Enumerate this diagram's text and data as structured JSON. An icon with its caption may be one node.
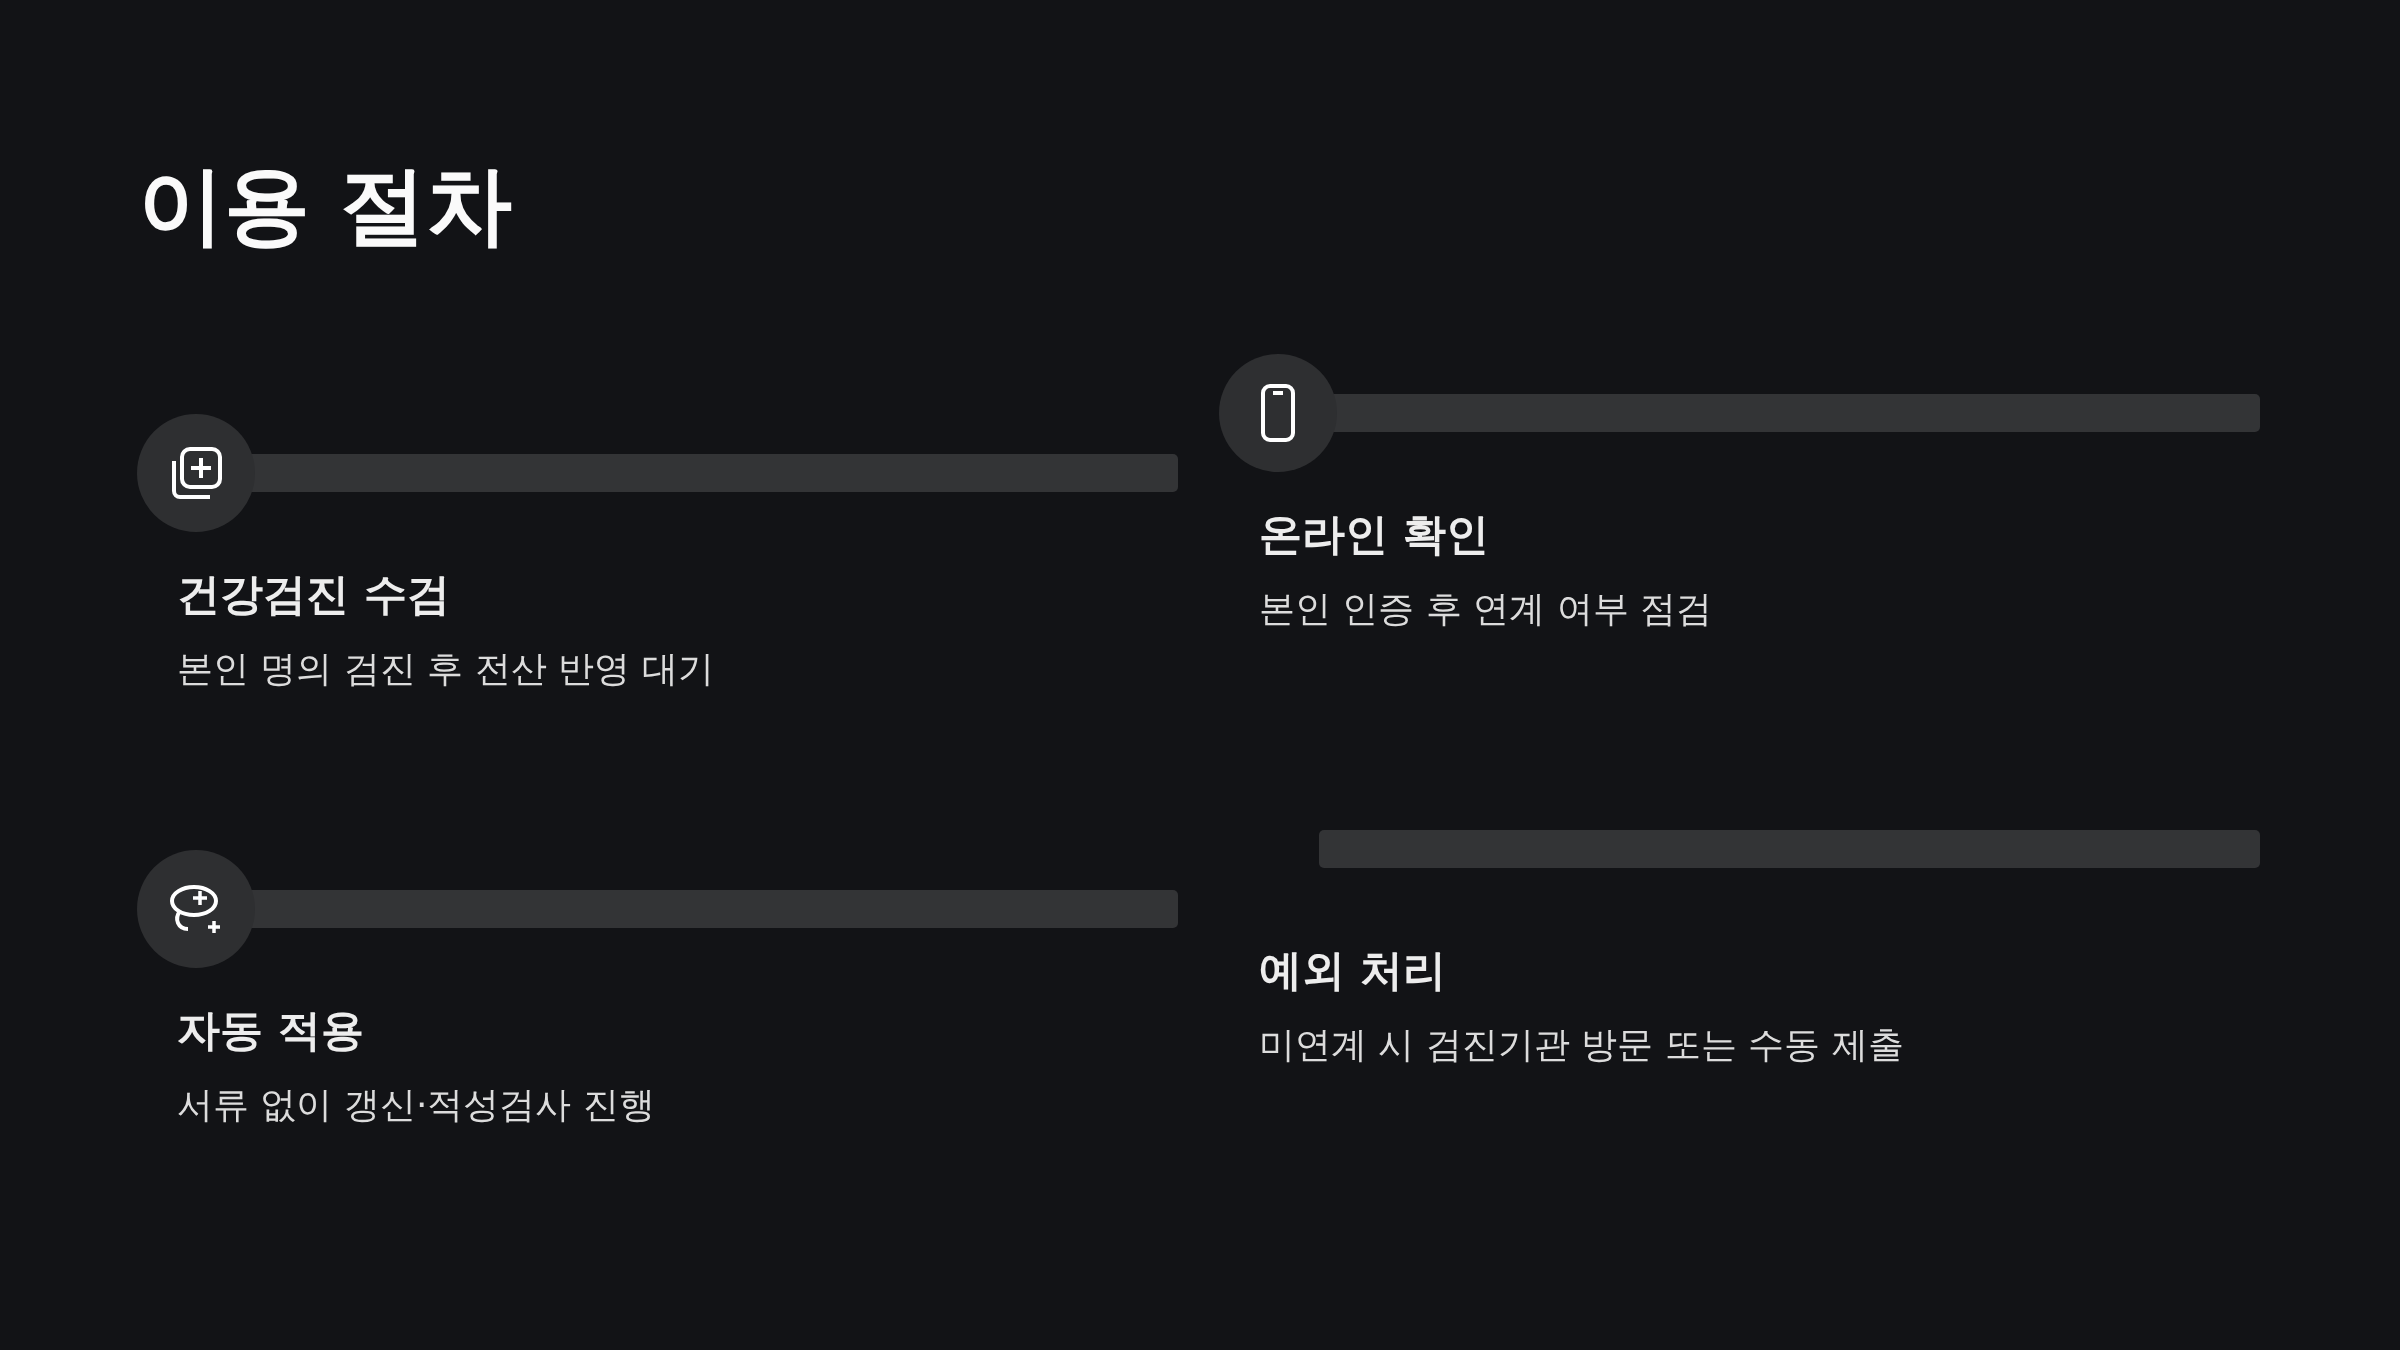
{
  "diagram": {
    "title": "이용 절차",
    "nodes": [
      {
        "text": [
          "건강검진 수검",
          "본인 명의 검진 후 전산 반영 대기"
        ]
      },
      {
        "text": [
          "온라인 확인",
          "본인 인증 후 연계 여부 점검"
        ]
      },
      {
        "text": [
          "자동 적용",
          "서류 없이 갱신·적성검사 진행"
        ]
      },
      {
        "text": [
          "예외 처리",
          "미연계 시 검진기관 방문 또는 수동 제출"
        ]
      }
    ]
  }
}
